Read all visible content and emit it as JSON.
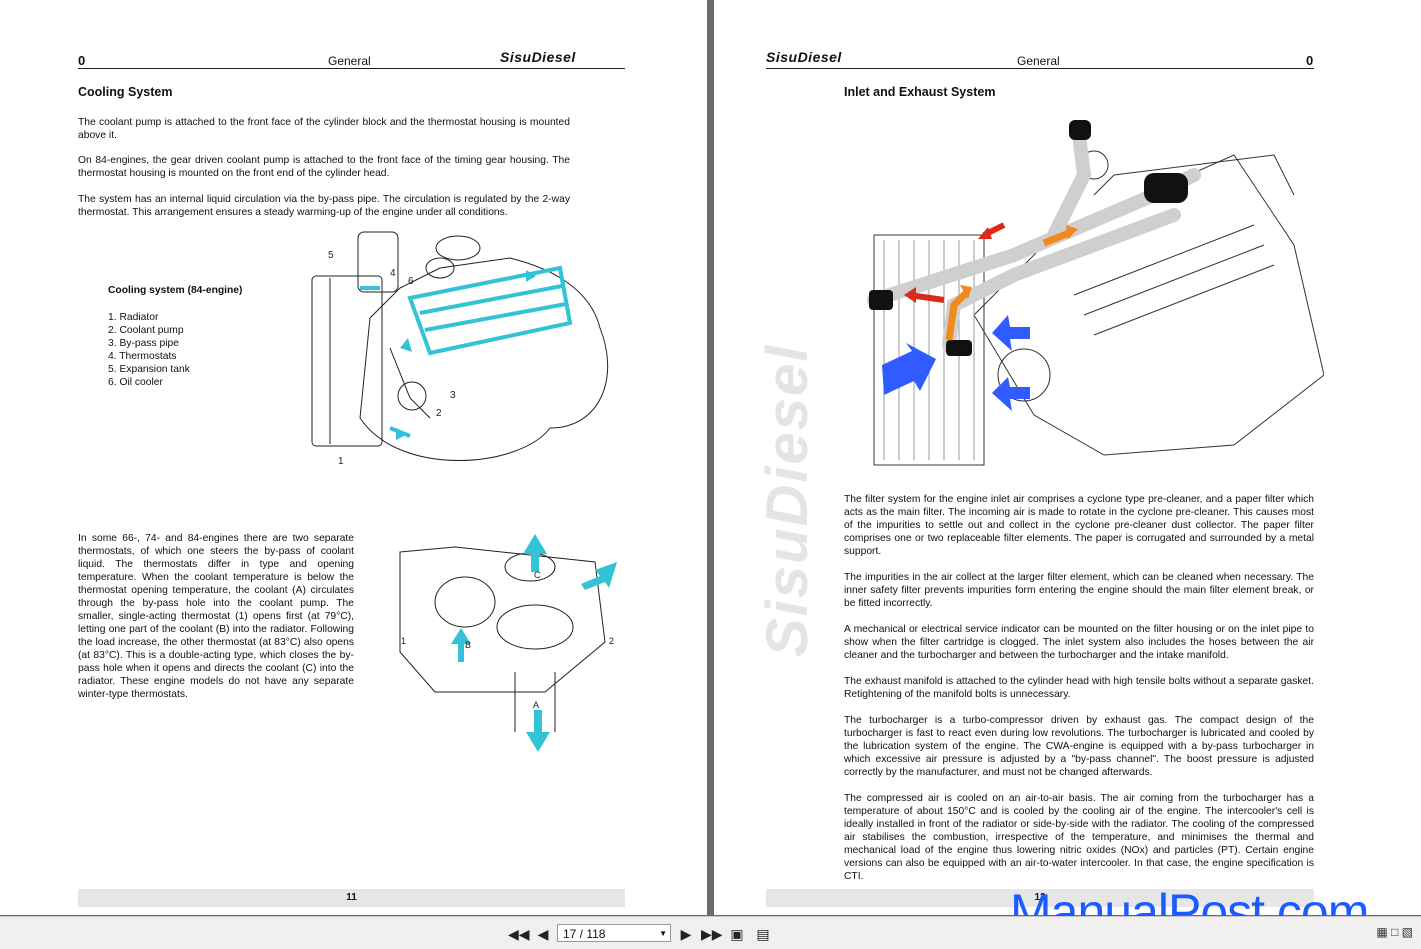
{
  "left_page": {
    "header": {
      "number": "0",
      "title": "General",
      "brand": "SisuDiesel"
    },
    "section_title": "Cooling System",
    "paragraphs": [
      "The coolant pump is attached to the front face of the cylinder block and the thermostat housing is mounted above it.",
      "On 84-engines, the gear driven coolant pump is attached to the front face of the timing gear housing. The thermostat housing is mounted on the front end of the cylinder head.",
      "The system has an internal liquid circulation via the by-pass pipe. The circulation is regulated by the 2-way thermostat. This arrangement ensures a steady warming-up of the engine under all conditions."
    ],
    "figure1": {
      "caption_title": "Cooling system (84-engine)",
      "items": [
        "1. Radiator",
        "2. Coolant pump",
        "3. By-pass pipe",
        "4. Thermostats",
        "5. Expansion tank",
        "6. Oil cooler"
      ],
      "callouts": [
        "1",
        "2",
        "3",
        "4",
        "5",
        "6"
      ]
    },
    "paragraph_thermostat": "In some 66-, 74- and 84-engines there are two separate thermostats, of which one steers the by-pass of coolant liquid. The thermostats differ in type and opening temperature. When the coolant temperature is below the thermostat opening temperature, the coolant (A) circulates through the by-pass hole into the coolant pump. The smaller, single-acting thermostat (1) opens first (at 79°C), letting one part of the coolant (B) into the radiator. Following the load increase, the other thermostat (at 83°C) also opens (at 83°C). This is a double-acting type, which closes the by-pass hole when it opens and directs the coolant (C) into the radiator. These engine models do not have any separate winter-type thermostats.",
    "figure2": {
      "callouts": [
        "1",
        "2",
        "A",
        "B",
        "C"
      ]
    },
    "footer": "11"
  },
  "right_page": {
    "header": {
      "number": "0",
      "title": "General",
      "brand": "SisuDiesel"
    },
    "watermark": "SisuDiesel",
    "section_title": "Inlet and Exhaust System",
    "paragraphs": [
      "The filter system for the engine inlet air comprises a cyclone type pre-cleaner, and a paper filter which acts as the main filter. The incoming air is made to rotate in the cyclone pre-cleaner. This causes most of the impurities to settle out and collect in the cyclone pre-cleaner dust collector. The paper filter comprises one or two replaceable filter elements. The paper is corrugated and surrounded by a metal support.",
      "The impurities in the air collect at the larger filter element, which can be cleaned when necessary. The inner safety filter prevents impurities form entering the engine should the main filter element break, or be fitted incorrectly.",
      "A mechanical or electrical service indicator can be mounted on the filter housing or on the inlet pipe to show when the filter cartridge is clogged. The inlet system also includes the hoses between the air cleaner and the turbocharger and between the turbocharger and the intake manifold.",
      "The exhaust manifold is attached to the cylinder head with high tensile bolts without a separate gasket. Retightening of the manifold bolts is unnecessary.",
      "The turbocharger is a turbo-compressor driven by exhaust gas. The compact design of the turbocharger is fast to react even during low revolutions. The turbocharger is lubricated and cooled by the lubrication system of the engine. The CWA-engine is equipped with a by-pass turbocharger in which excessive air pressure is adjusted by a \"by-pass channel\". The boost pressure is adjusted correctly by the manufacturer, and must not be changed afterwards.",
      "The compressed air is cooled on an air-to-air basis. The air coming from the turbocharger has a temperature of about 150°C and is cooled by the cooling air of the engine. The intercooler's cell is ideally installed in front of the radiator or side-by-side with the radiator. The cooling of the compressed air stabilises the combustion, irrespective of the temperature, and minimises the thermal and mechanical load of the engine thus lowering nitric oxides (NOx) and particles (PT). Certain engine versions can also be equipped with an air-to-water intercooler. In that case, the engine specification is CTI."
    ],
    "footer": "12"
  },
  "toolbar": {
    "page_indicator": "17 / 118",
    "icons": [
      "first-page-icon",
      "prev-page-icon",
      "next-page-icon",
      "last-page-icon",
      "fit-page-icon",
      "fit-width-icon"
    ]
  },
  "overlay_watermark": "ManualPost.com",
  "colors": {
    "coolant": "#33c3d6",
    "exhaust_red": "#d92a1a",
    "exhaust_orange": "#f08a1c",
    "intake_blue": "#2f5bff",
    "link_blue": "#1a5cff"
  }
}
